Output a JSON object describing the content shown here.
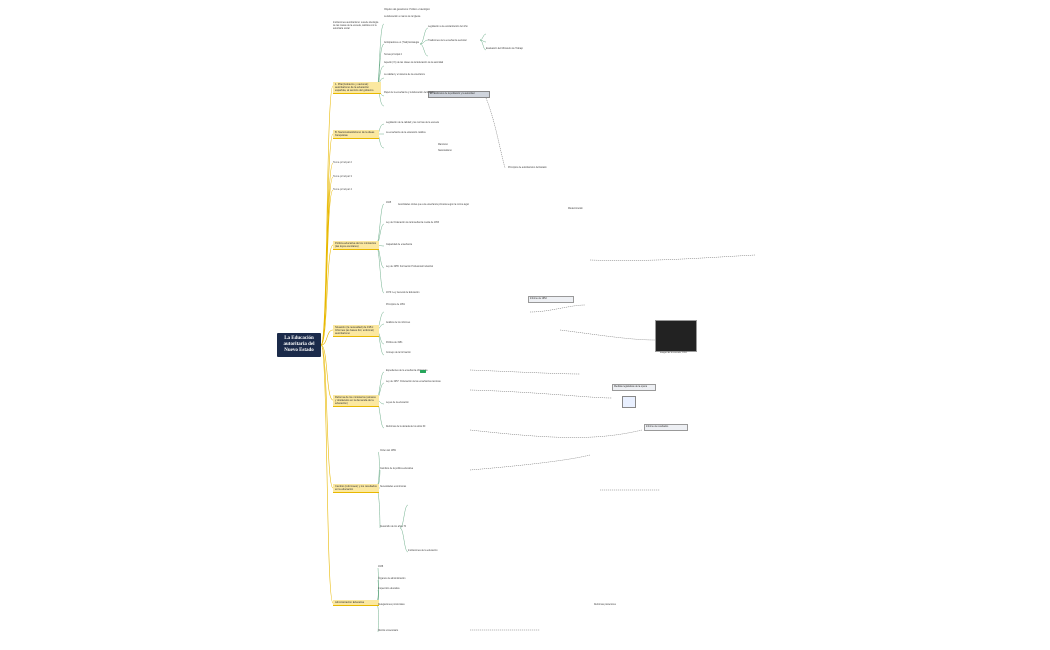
{
  "root": {
    "title": "La Educación autoritaria del Nuevo Estado"
  },
  "branches": [
    {
      "id": "b1",
      "label": "1. Pilar(Gobierno y nacional): autoritarismo de la educación española, al servicio del gobierno"
    },
    {
      "id": "b2",
      "label": "B. Nacionalcatolicismo de la ideas franquistas"
    },
    {
      "id": "b3",
      "label": "Tema principal 2"
    },
    {
      "id": "b4",
      "label": "Tema principal 3"
    },
    {
      "id": "b5",
      "label": "Tema principal 4"
    },
    {
      "id": "b6",
      "label": "Política educativa de los ministerios (las leyes escolares)"
    },
    {
      "id": "b7",
      "label": "Situación (la necesidad) de 1951: Informes (as bases Zol, enformal) autoritarismo"
    },
    {
      "id": "b8",
      "label": "Reforma de los ministerios (atrasos y obstáculos en la demanda de la educación)"
    },
    {
      "id": "b9",
      "label": "Cambio (reformaes) y los resultados en la educación"
    },
    {
      "id": "b10",
      "label": "Administración Educativa"
    }
  ],
  "leaves": {
    "b1": [
      "Instituciones autoritarismo: sucede ideología de las masas de la escuela, católica con la autoritaria social",
      "Objetivo del garantismo: Político e Ideológico",
      "La Educación a manos de la Iglesia",
      "Legislación a la escolarización del niño",
      "Anticipadores en (Trad) Estrategia",
      "Tradiciones de la enseñanza sectorial",
      "Evaluación del Ministerio de Trabajo",
      "Temas principal 2",
      "Aquello (Yo) de las clases de la Educación de la autoridad",
      "La calidad y el sistema de la enseñanza",
      "El catolicismo de la población y la autoridad",
      "Papel de la enseñanza y la Educación del Estado",
      "Principios de autoritarismo del Estado"
    ],
    "b2": [
      "Legislación de la calidad y las normas de la escuela",
      "La enseñanza de la educación católica",
      "Marxismo",
      "Nacionalismo"
    ],
    "b6": [
      "1945",
      "Autoridades civiles que a la enseñanza primaria según la norma legal",
      "Ley de Ordenación de la Enseñanza media de 1953",
      "Modernización",
      "Capacidad de enseñanza",
      "Ley de 1955: Formación Profesional Industrial",
      "1970: Ley General de Educación"
    ],
    "b7": [
      "Principios de 1951",
      "Análisis de los informes",
      "Política de 1951",
      "Consejo de la formación",
      "Informe de 1952"
    ],
    "b8": [
      "Expedientes de la enseñanza obligatoria",
      "Ley de 1957: Ordenación de las enseñanzas técnicas",
      "Leyes de la educación",
      "Reformas de la década de los años 60"
    ],
    "b9": [
      "Orden del 1959",
      "Cambios de la política educativa",
      "Necesidades económicas",
      "Desarrollo de los años 70",
      "Instituciones de la educación"
    ],
    "b10": [
      "1938",
      "Órganos de administración",
      "Inspección educativa",
      "Delegaciones provinciales",
      "Distrito universitario",
      "Reformas posteriores"
    ]
  },
  "captions": {
    "photo1": "Imagen de la escuela, 1951",
    "box1": "Medidas legislativas de la época",
    "box2": "Informe de resultados"
  },
  "colors": {
    "root_bg": "#1b2a4a",
    "branch_fill": "#fbe8a0",
    "branch_line": "#e8b800",
    "leaf_line": "#2e8b57"
  }
}
